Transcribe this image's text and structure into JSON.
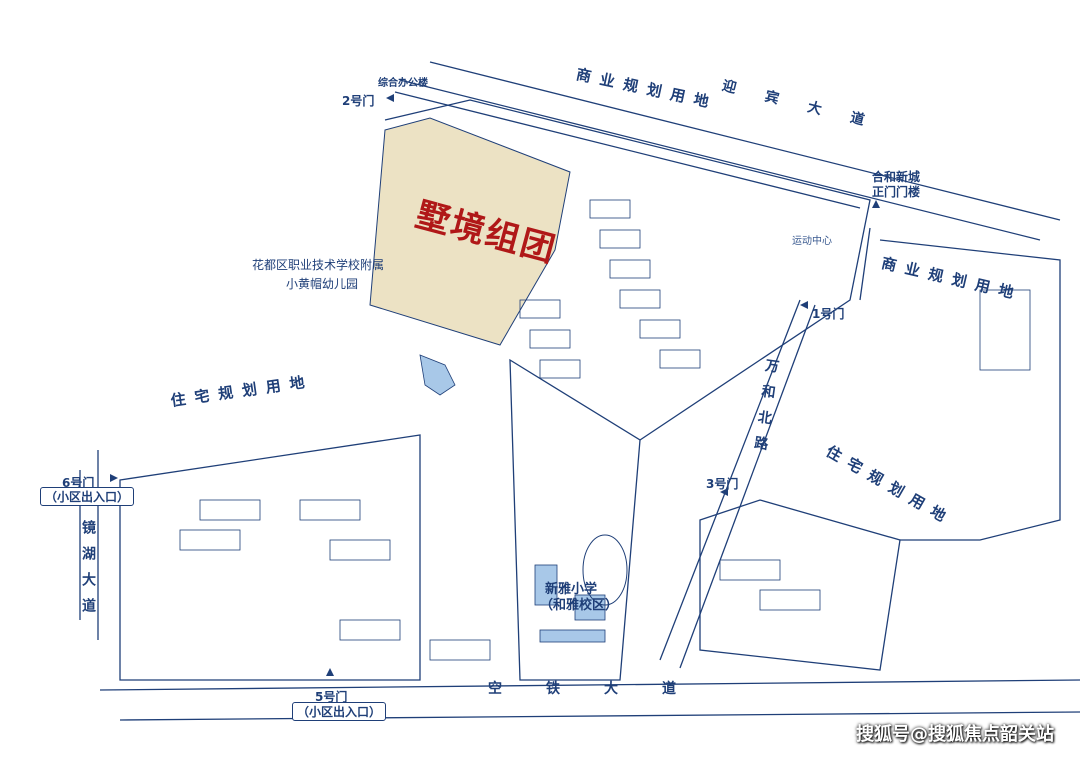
{
  "map": {
    "highlight_zone": "墅境组团",
    "land_use": {
      "commercial_north": "商业规划用地",
      "commercial_east": "商业规划用地",
      "residential_west": "住宅规划用地",
      "residential_east": "住宅规划用地"
    },
    "roads": {
      "yingbin_road": "迎宾大道",
      "wanhebei_road": "万和北路",
      "jinghu_road": "镜湖大道",
      "kongtie_road": "空铁大道"
    },
    "gates": {
      "gate_2": "2号门",
      "gate_1": "1号门",
      "gate_3": "3号门",
      "gate_6": "6号门",
      "gate_6_note": "（小区出入口）",
      "gate_5": "5号门",
      "gate_5_note": "（小区出入口）"
    },
    "buildings": {
      "office": "综合办公楼",
      "activity_center": "运动中心",
      "hehe_gate": "合和新城",
      "hehe_gate_2": "正门门楼",
      "kindergarten_1": "花都区职业技术学校附属",
      "kindergarten_2": "小黄帽幼儿园",
      "school_1": "新雅小学",
      "school_2": "（和雅校区）"
    },
    "watermark": "搜狐号@搜狐焦点韶关站",
    "colors": {
      "line": "#1f3f78",
      "zone_fill": "#ece2c4",
      "water": "#a8c8e8",
      "highlight_text": "#b01818"
    }
  }
}
